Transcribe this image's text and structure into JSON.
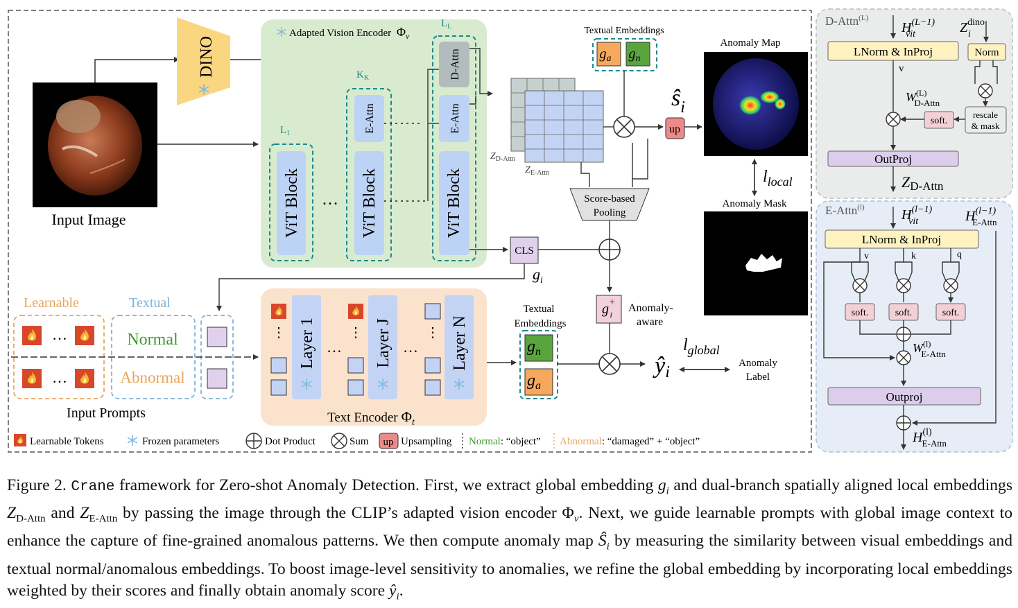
{
  "figure": {
    "input_image_label": "Input Image",
    "dino_label": "DINO",
    "vision_encoder": {
      "title": "Adapted Vision Encoder",
      "symbol": "Φ",
      "sub": "v",
      "layer_tags": [
        "L",
        "K",
        "L"
      ],
      "layer_tag_subs": [
        "1",
        "K",
        "L"
      ],
      "vit_block": "ViT Block",
      "e_attn": "E-Attn",
      "d_attn": "D-Attn"
    },
    "textual_embeddings_top": "Textual Embeddings",
    "ga": "g",
    "ga_sub": "a",
    "gn": "g",
    "gn_sub": "n",
    "anomaly_map_label": "Anomaly Map",
    "anomaly_mask_label": "Anomaly Mask",
    "s_hat": "ŝ",
    "s_sub": "i",
    "up": "up",
    "l_local": "l",
    "l_local_sub": "local",
    "z_d_attn": "Z",
    "z_d_attn_sub": "D-Attn",
    "z_e_attn": "Z",
    "z_e_attn_sub": "E-Attn",
    "pooling": [
      "Score-based",
      "Pooling"
    ],
    "cls": "CLS",
    "gi": "g",
    "gi_sub": "i",
    "g_plus": "g",
    "g_plus_sup": "+",
    "g_plus_sub": "i",
    "anomaly_aware": [
      "Anomaly-",
      "aware"
    ],
    "learnable": "Learnable",
    "textual": "Textual",
    "normal": "Normal",
    "abnormal": "Abnormal",
    "input_prompts": "Input Prompts",
    "text_encoder": {
      "title": "Text Encoder",
      "symbol": "Φ",
      "sub": "t",
      "layers": [
        "Layer 1",
        "Layer J",
        "Layer N"
      ]
    },
    "textual_embeddings_bottom": [
      "Textual",
      "Embeddings"
    ],
    "y_hat": "ŷ",
    "y_sub": "i",
    "l_global": "l",
    "l_global_sub": "global",
    "anomaly_label": [
      "Anomaly",
      "Label"
    ],
    "legend": {
      "learnable_tokens": "Learnable Tokens",
      "frozen": "Frozen parameters",
      "dot_product": "Dot Product",
      "sum": "Sum",
      "up": "up",
      "upsampling": "Upsampling",
      "normal_key": "Normal",
      "normal_val": ": “object”",
      "abnormal_key": "Abnormal",
      "abnormal_val": ": “damaged” + “object”"
    },
    "d_attn_panel": {
      "title": "D-Attn",
      "title_sup": "(L)",
      "h_in": "H",
      "h_in_sup": "(L−1)",
      "h_in_sub": "vit",
      "z_in": "Z",
      "z_in_sup": "dino",
      "z_in_sub": "i",
      "lnorm": "LNorm & InProj",
      "norm": "Norm",
      "v": "v",
      "w": "W",
      "w_sup": "(L)",
      "w_sub": "D-Attn",
      "soft": "soft.",
      "rescale": [
        "rescale",
        "& mask"
      ],
      "outproj": "OutProj",
      "z_out": "Z",
      "z_out_sub": "D-Attn"
    },
    "e_attn_panel": {
      "title": "E-Attn",
      "title_sup": "(l)",
      "h_in": "H",
      "h_in_sup": "(l−1)",
      "h_in_sub": "vit",
      "h_e": "H",
      "h_e_sup": "(l−1)",
      "h_e_sub": "E-Attn",
      "lnorm": "LNorm & InProj",
      "qkv": [
        "v",
        "k",
        "q"
      ],
      "soft": "soft.",
      "w": "W",
      "w_sup": "(l)",
      "w_sub": "E-Attn",
      "outproj": "Outproj",
      "h_out": "H",
      "h_out_sup": "(l)",
      "h_out_sub": "E-Attn"
    }
  },
  "caption": {
    "prefix": "Figure 2.",
    "name": "Crane",
    "s1": "framework for Zero-shot Anomaly Detection. First, we extract global embedding",
    "gi": "g",
    "gi_sub": "i",
    "s2": "and dual-branch spatially aligned local embeddings",
    "z1": "Z",
    "z1_sub": "D-Attn",
    "s3": "and",
    "z2": "Z",
    "z2_sub": "E-Attn",
    "s4": "by passing the image through the CLIP’s adapted vision encoder",
    "phi": "Φ",
    "phi_sub": "v",
    "s5": ". Next, we guide learnable prompts with global image context to enhance the capture of fine-grained anomalous patterns. We then compute anomaly map",
    "s_hat": "Ŝ",
    "s_sub": "i",
    "s6": "by measuring the similarity between visual embeddings and textual normal/anomalous embeddings. To boost image-level sensitivity to anomalies, we refine the global embedding by incorporating local embeddings weighted by their scores and finally obtain anomaly score",
    "y_hat": "ŷ",
    "y_sub": "i",
    "s7": "."
  }
}
